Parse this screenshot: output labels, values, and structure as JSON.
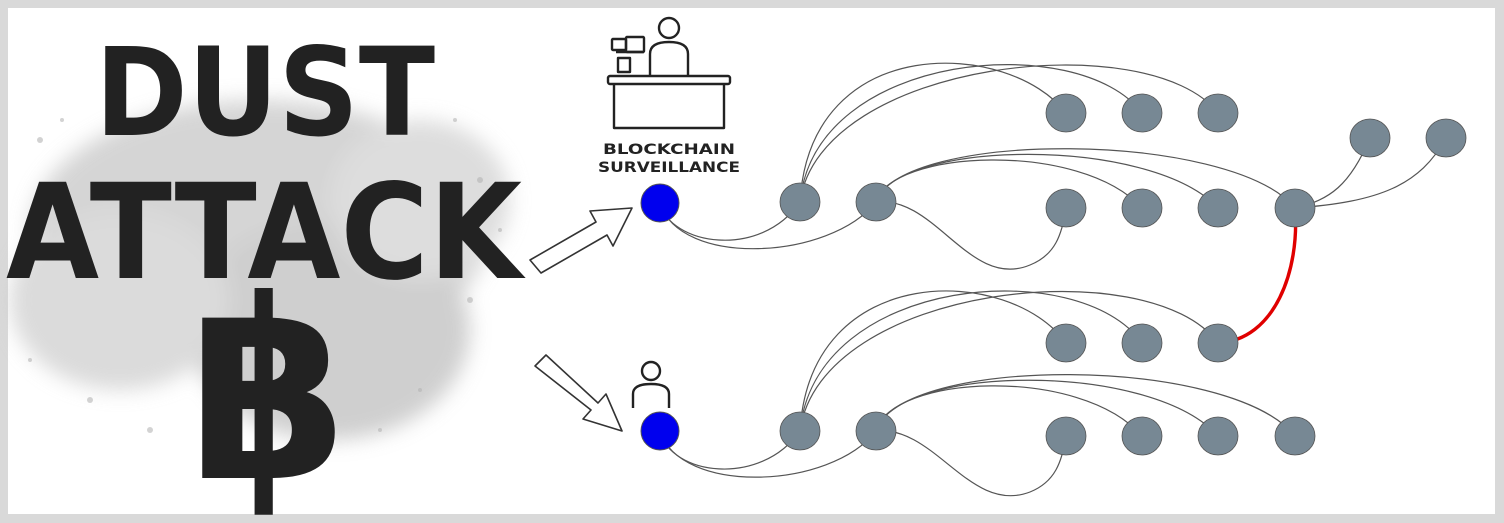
{
  "title": {
    "line1": "DUST",
    "line2": "ATTACK",
    "symbol": "฿"
  },
  "surveillance": {
    "line1": "BLOCKCHAIN",
    "line2": "SURVEILLANCE"
  },
  "icons": {
    "surveillance": "surveillance-desk-icon",
    "user": "user-icon",
    "arrow": "arrow-icon"
  },
  "colors": {
    "title_text": "#222222",
    "dust_cloud": "#bdbdbd",
    "origin_node": "#0000ee",
    "tx_node": "#778894",
    "edge": "#555555",
    "link_edge": "#e00000"
  }
}
